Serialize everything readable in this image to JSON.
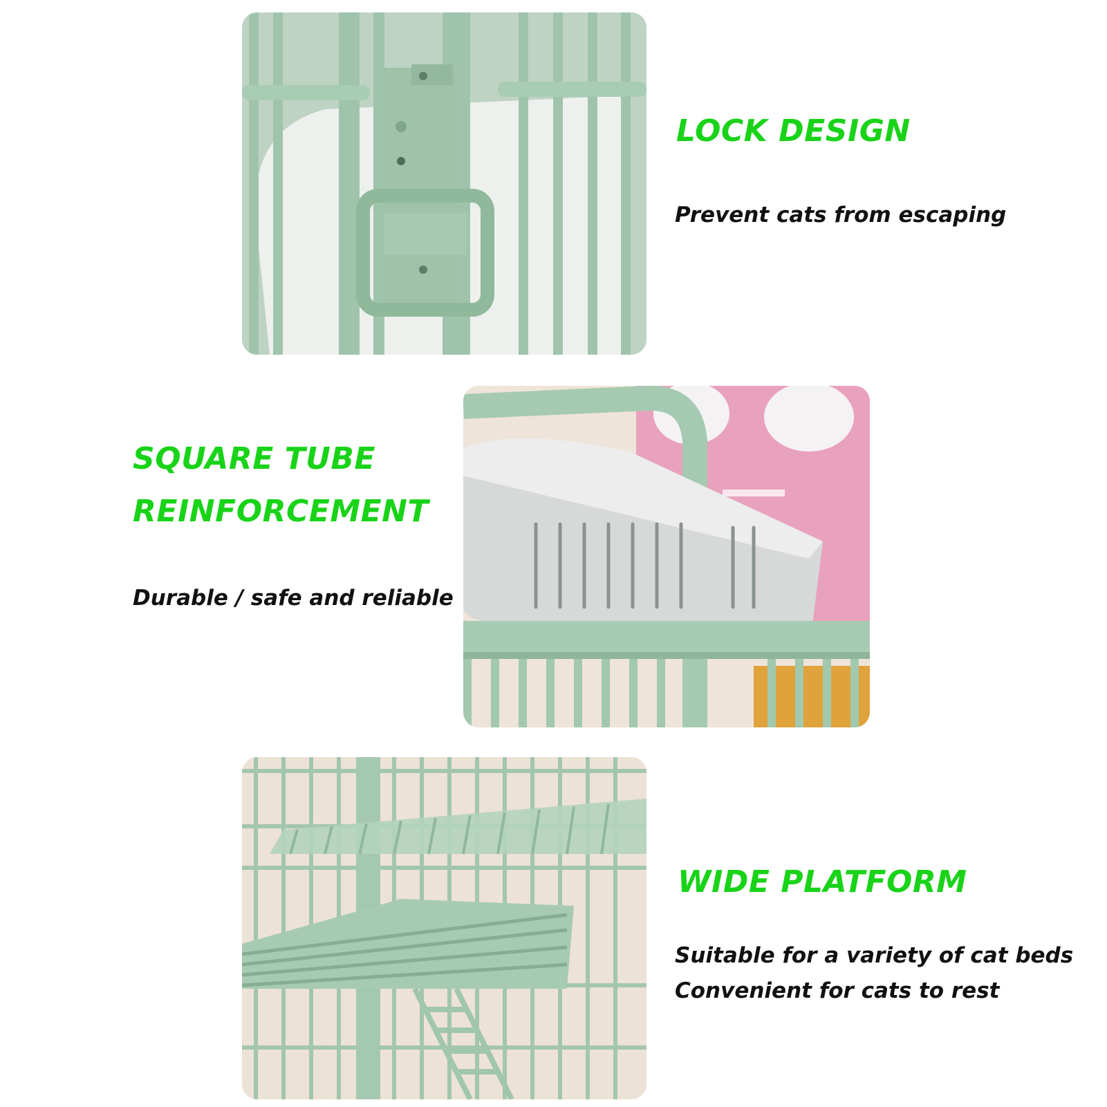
{
  "sections": [
    {
      "heading": "LOCK DESIGN",
      "description": "Prevent cats from escaping"
    },
    {
      "heading_line1": "SQUARE TUBE",
      "heading_line2": "REINFORCEMENT",
      "description": "Durable / safe and reliable"
    },
    {
      "heading": "WIDE PLATFORM",
      "description_line1": "Suitable for a variety of cat beds",
      "description_line2": "Convenient for cats to rest"
    }
  ],
  "colors": {
    "heading_green": "#19d319",
    "cage_green": "#9fc4ab",
    "pink_background": "#e9a2bd",
    "wall_beige": "#efe4d9"
  }
}
